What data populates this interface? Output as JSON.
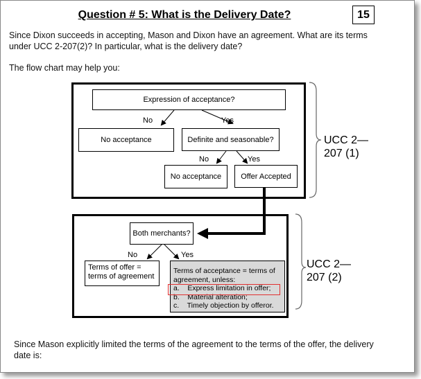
{
  "title": "Question # 5: What is the Delivery Date?",
  "slide_number": "15",
  "intro_1": "Since Dixon succeeds in accepting, Mason and Dixon have an agreement.  What are its terms",
  "intro_2": "under UCC 2-207(2)?  In particular, what is the delivery date?",
  "intro_3": "The flow chart may help you:",
  "chart1": {
    "q1": "Expression of acceptance?",
    "no": "No",
    "yes": "Yes",
    "no_acc": "No acceptance",
    "q2": "Definite and seasonable?",
    "no2": "No",
    "yes2": "Yes",
    "no_acc2": "No acceptance",
    "accepted": "Offer Accepted",
    "ucc_1": "UCC 2—",
    "ucc_2": "207 (1)"
  },
  "chart2": {
    "q": "Both merchants?",
    "no": "No",
    "yes": "Yes",
    "offer_terms_1": "Terms of offer =",
    "offer_terms_2": "terms of agreement",
    "acc_1": "Terms of acceptance = terms of",
    "acc_2": "agreement, unless:",
    "a": "a.    Express limitation in offer;",
    "b": "b.    Material alteration;",
    "c": "c.    Timely objection by offeror.",
    "ucc_1": "UCC 2—",
    "ucc_2": "207 (2)"
  },
  "conclusion_1": "Since Mason explicitly limited the terms of the agreement to the terms of the offer, the delivery",
  "conclusion_2": "date is:"
}
